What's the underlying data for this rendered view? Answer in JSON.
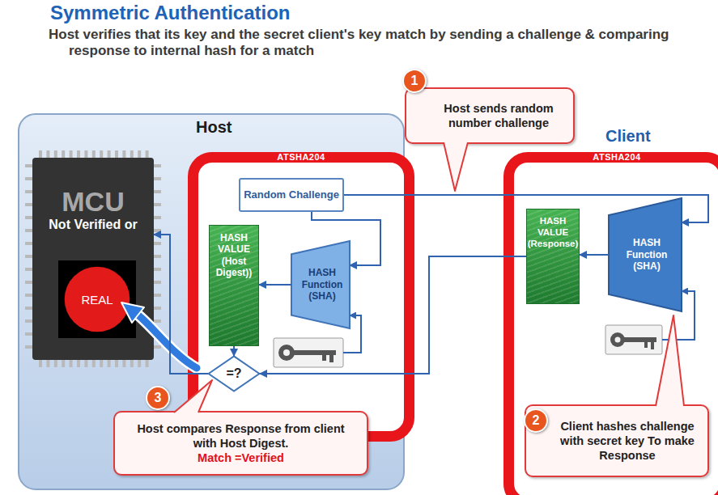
{
  "diagram": {
    "title": "Symmetric Authentication",
    "nodes": [
      {
        "text": [
          "Host"
        ]
      },
      {
        "text": [
          "MCU",
          "Not Verified or"
        ],
        "in": 0
      },
      {
        "text": [
          "REAL"
        ],
        "in": 1
      },
      {
        "text": [
          "ATSHA204"
        ],
        "in": 0
      },
      {
        "text": [
          "Random Challenge"
        ],
        "in": 3
      },
      {
        "text": [
          "HASH VALUE (Host Digest))"
        ],
        "in": 3
      },
      {
        "text": [
          "HASH Function (SHA)"
        ],
        "in": 3
      },
      {
        "text": [
          "=?"
        ],
        "in": 3
      },
      {
        "text": [
          "Host compares Response from client with Host Digest.",
          "Match =Verified"
        ],
        "in": 0
      },
      {
        "text": [
          "Host sends random number challenge"
        ]
      },
      {
        "text": [
          "Client",
          "ATSHA204"
        ]
      },
      {
        "text": [
          "HASH VALUE (Response)"
        ],
        "in": 10
      },
      {
        "text": [
          "HASH Function (SHA)"
        ],
        "in": 10
      },
      {
        "text": [
          "Client hashes challenge with secret key To make Response"
        ],
        "in": 10
      }
    ],
    "edges": [
      {
        "from": 4,
        "to": 6,
        "arrow": "to"
      },
      {
        "from": 4,
        "to": 12,
        "arrow": "to"
      },
      {
        "from": 6,
        "to": 5,
        "arrow": "to"
      },
      {
        "from": 12,
        "to": 11,
        "arrow": "to"
      },
      {
        "from": 11,
        "to": 7,
        "arrow": "to"
      },
      {
        "from": 5,
        "to": 7,
        "arrow": "to"
      },
      {
        "from": 7,
        "to": 1,
        "arrow": "to"
      }
    ],
    "labels": [
      "Host verifies that its key and the secret client's key match by sending a challenge & comparing response to internal hash for a match",
      "1",
      "2",
      "3"
    ]
  }
}
